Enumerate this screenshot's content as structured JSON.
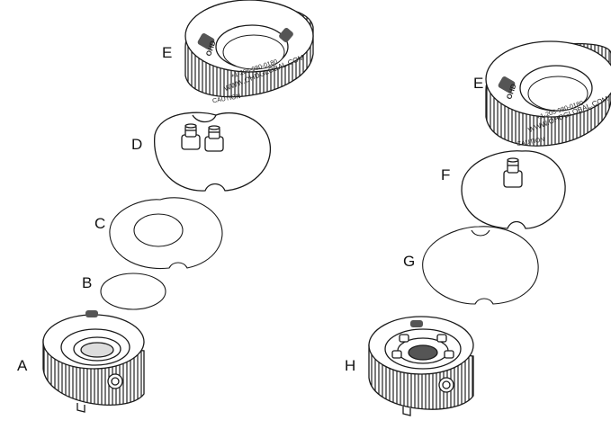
{
  "labels": {
    "A": "A",
    "B": "B",
    "C": "C",
    "D": "D",
    "E_left": "E",
    "E_right": "E",
    "F": "F",
    "G": "G",
    "H": "H"
  },
  "cap_text": {
    "url": "WWW.OHDGLOBAL.COM",
    "phone": "+1-205-980-0180",
    "caution": "CAUTION",
    "brand": "OHD"
  },
  "colors": {
    "stroke": "#1a1a1a",
    "fill": "#ffffff",
    "shade": "#6d6d6d"
  }
}
